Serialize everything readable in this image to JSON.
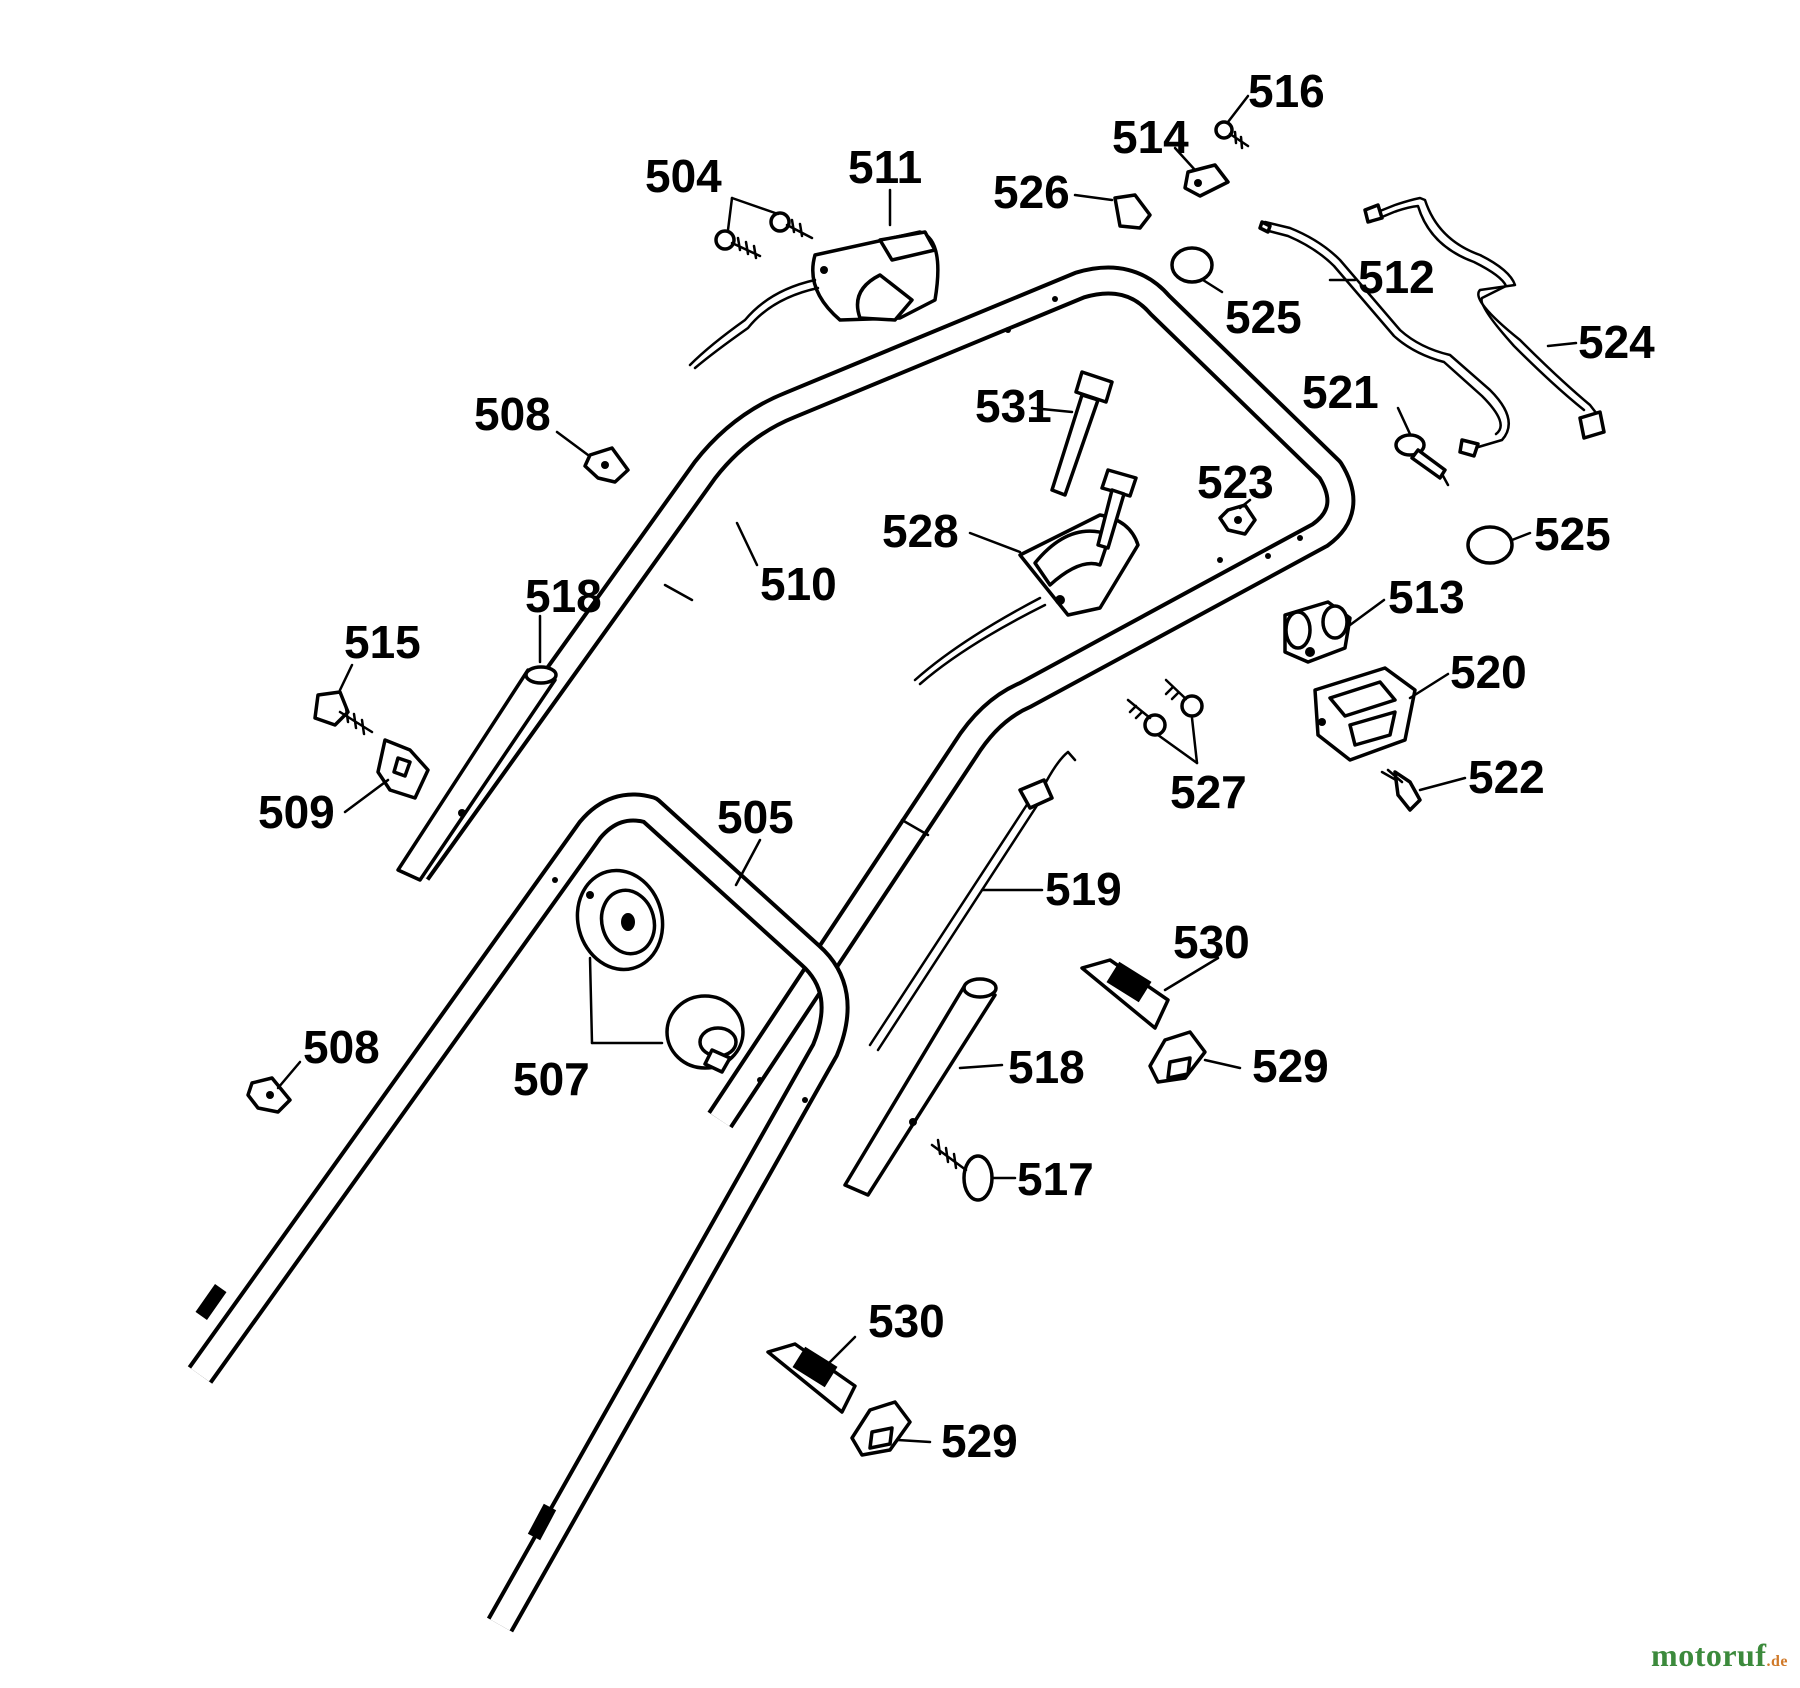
{
  "diagram": {
    "labels": {
      "p504": "504",
      "p511": "511",
      "p526": "526",
      "p514": "514",
      "p516": "516",
      "p525a": "525",
      "p512": "512",
      "p524": "524",
      "p508a": "508",
      "p531": "531",
      "p521": "521",
      "p523": "523",
      "p528": "528",
      "p525b": "525",
      "p510": "510",
      "p518a": "518",
      "p513": "513",
      "p515": "515",
      "p520": "520",
      "p509": "509",
      "p527": "527",
      "p522": "522",
      "p505": "505",
      "p519": "519",
      "p530a": "530",
      "p508b": "508",
      "p507": "507",
      "p529a": "529",
      "p518b": "518",
      "p517": "517",
      "p530b": "530",
      "p529b": "529"
    }
  },
  "watermark": {
    "main": "motoruf",
    "suffix": ".de",
    "main_color": "#3c8a3c",
    "suffix_color": "#d07a2a"
  }
}
